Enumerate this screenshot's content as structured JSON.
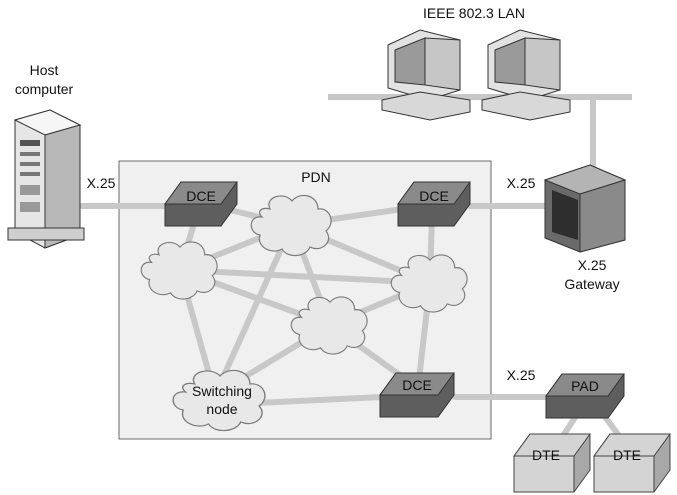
{
  "labels": {
    "lan": "IEEE 802.3 LAN",
    "host_line1": "Host",
    "host_line2": "computer",
    "pdn": "PDN",
    "x25_host": "X.25",
    "x25_gateway_link": "X.25",
    "x25_pad_link": "X.25",
    "gateway_line1": "X.25",
    "gateway_line2": "Gateway",
    "switching_line1": "Switching",
    "switching_line2": "node"
  },
  "boxes": {
    "dce_left": "DCE",
    "dce_right": "DCE",
    "dce_bottom": "DCE",
    "pad": "PAD",
    "dte_left": "DTE",
    "dte_right": "DTE"
  },
  "colors": {
    "link": "#c8c8c8",
    "pdn_fill": "#f0f0f0",
    "dce_top": "#8a8a8a",
    "dce_side": "#5e5e5e",
    "dte_top": "#d4d4d4",
    "dte_side": "#a8a8a8",
    "cloud_fill": "#e8e8e8"
  },
  "icons": {
    "host": "server-tower-icon",
    "workstation": "desktop-computer-icon",
    "gateway": "gateway-device-icon",
    "switching_node": "cloud-icon"
  }
}
